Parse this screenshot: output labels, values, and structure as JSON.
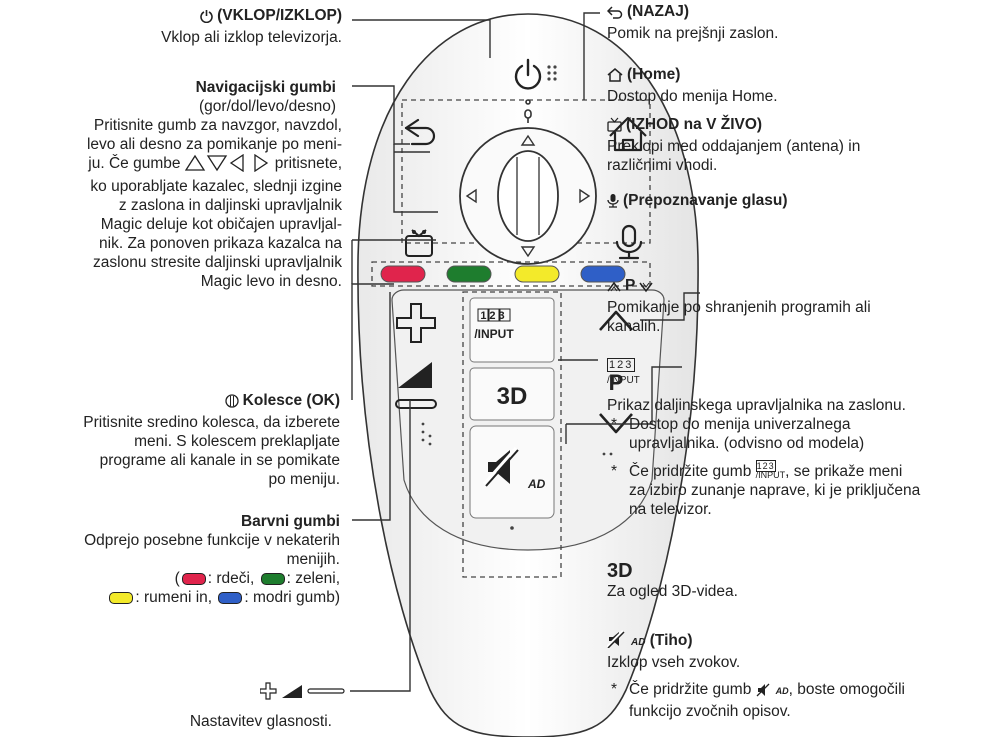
{
  "colors": {
    "red": "#e0244c",
    "green": "#1e7d2e",
    "yellow": "#f3ea2a",
    "blue": "#2f5fc7"
  },
  "power": {
    "title": "(VKLOP/IZKLOP)",
    "desc": "Vklop ali izklop televizorja."
  },
  "nav": {
    "title": "Navigacijski gumbi",
    "subtitle": "(gor/dol/levo/desno)",
    "lines": [
      "Pritisnite gumb za navzgor, navzdol,",
      "levo ali desno za pomikanje po meni-",
      "ju. Če gumbe",
      "ko uporabljate kazalec, slednji izgine",
      "z zaslona in daljinski upravljalnik",
      "Magic deluje kot običajen upravljal-",
      "nik. Za ponoven prikaza kazalca na",
      "zaslonu stresite daljinski upravljalnik",
      "Magic levo in desno."
    ],
    "line3_suffix": "pritisnete,"
  },
  "wheel": {
    "title": "Kolesce (OK)",
    "lines": [
      "Pritisnite sredino kolesca, da izberete",
      "meni. S kolescem preklapljate",
      "programe ali kanale in se pomikate",
      "po meniju."
    ]
  },
  "color_buttons": {
    "title": "Barvni gumbi",
    "lines": [
      "Odprejo posebne funkcije v nekaterih",
      "menijih."
    ],
    "red_label": ": rdeči,",
    "green_label": ": zeleni,",
    "yellow_label": ": rumeni in,",
    "blue_label": ": modri gumb)",
    "open_paren": "("
  },
  "volume": {
    "desc": "Nastavitev glasnosti."
  },
  "back": {
    "title": "(NAZAJ)",
    "desc": "Pomik na prejšnji zaslon."
  },
  "home": {
    "title": "(Home)",
    "desc": "Dostop do menija Home."
  },
  "live": {
    "title": "(IZHOD na V ŽIVO)",
    "lines": [
      "Preklopi med oddajanjem (antena) in",
      "različnimi vhodi."
    ]
  },
  "voice": {
    "title": "(Prepoznavanje glasu)"
  },
  "program": {
    "p": "P",
    "lines": [
      "Pomikanje po shranjenih programih ali",
      "kanalih."
    ]
  },
  "input": {
    "digits": "123",
    "label": "/INPUT",
    "desc": "Prikaz daljinskega upravljalnika na zaslonu.",
    "star1": [
      "Dostop do menija univerzalnega",
      "upravljalnika. (odvisno od modela)"
    ],
    "star2_pre": "Če pridržite gumb",
    "star2_post": ", se prikaže meni",
    "star2_lines": [
      "za izbiro zunanje naprave, ki je priključena",
      "na televizor."
    ]
  },
  "threed": {
    "label": "3D",
    "desc": "Za ogled 3D-videa."
  },
  "mute": {
    "sub": "AD",
    "title": "(Tiho)",
    "desc": "Izklop vseh zvokov.",
    "star_pre": "Če pridržite gumb",
    "star_post": ", boste omogočili",
    "star_line2": "funkcijo zvočnih opisov."
  },
  "bullet": "*",
  "remote": {
    "input_digits": "123",
    "input_label": "/INPUT",
    "threed": "3D",
    "p": "P",
    "ad": "AD"
  }
}
